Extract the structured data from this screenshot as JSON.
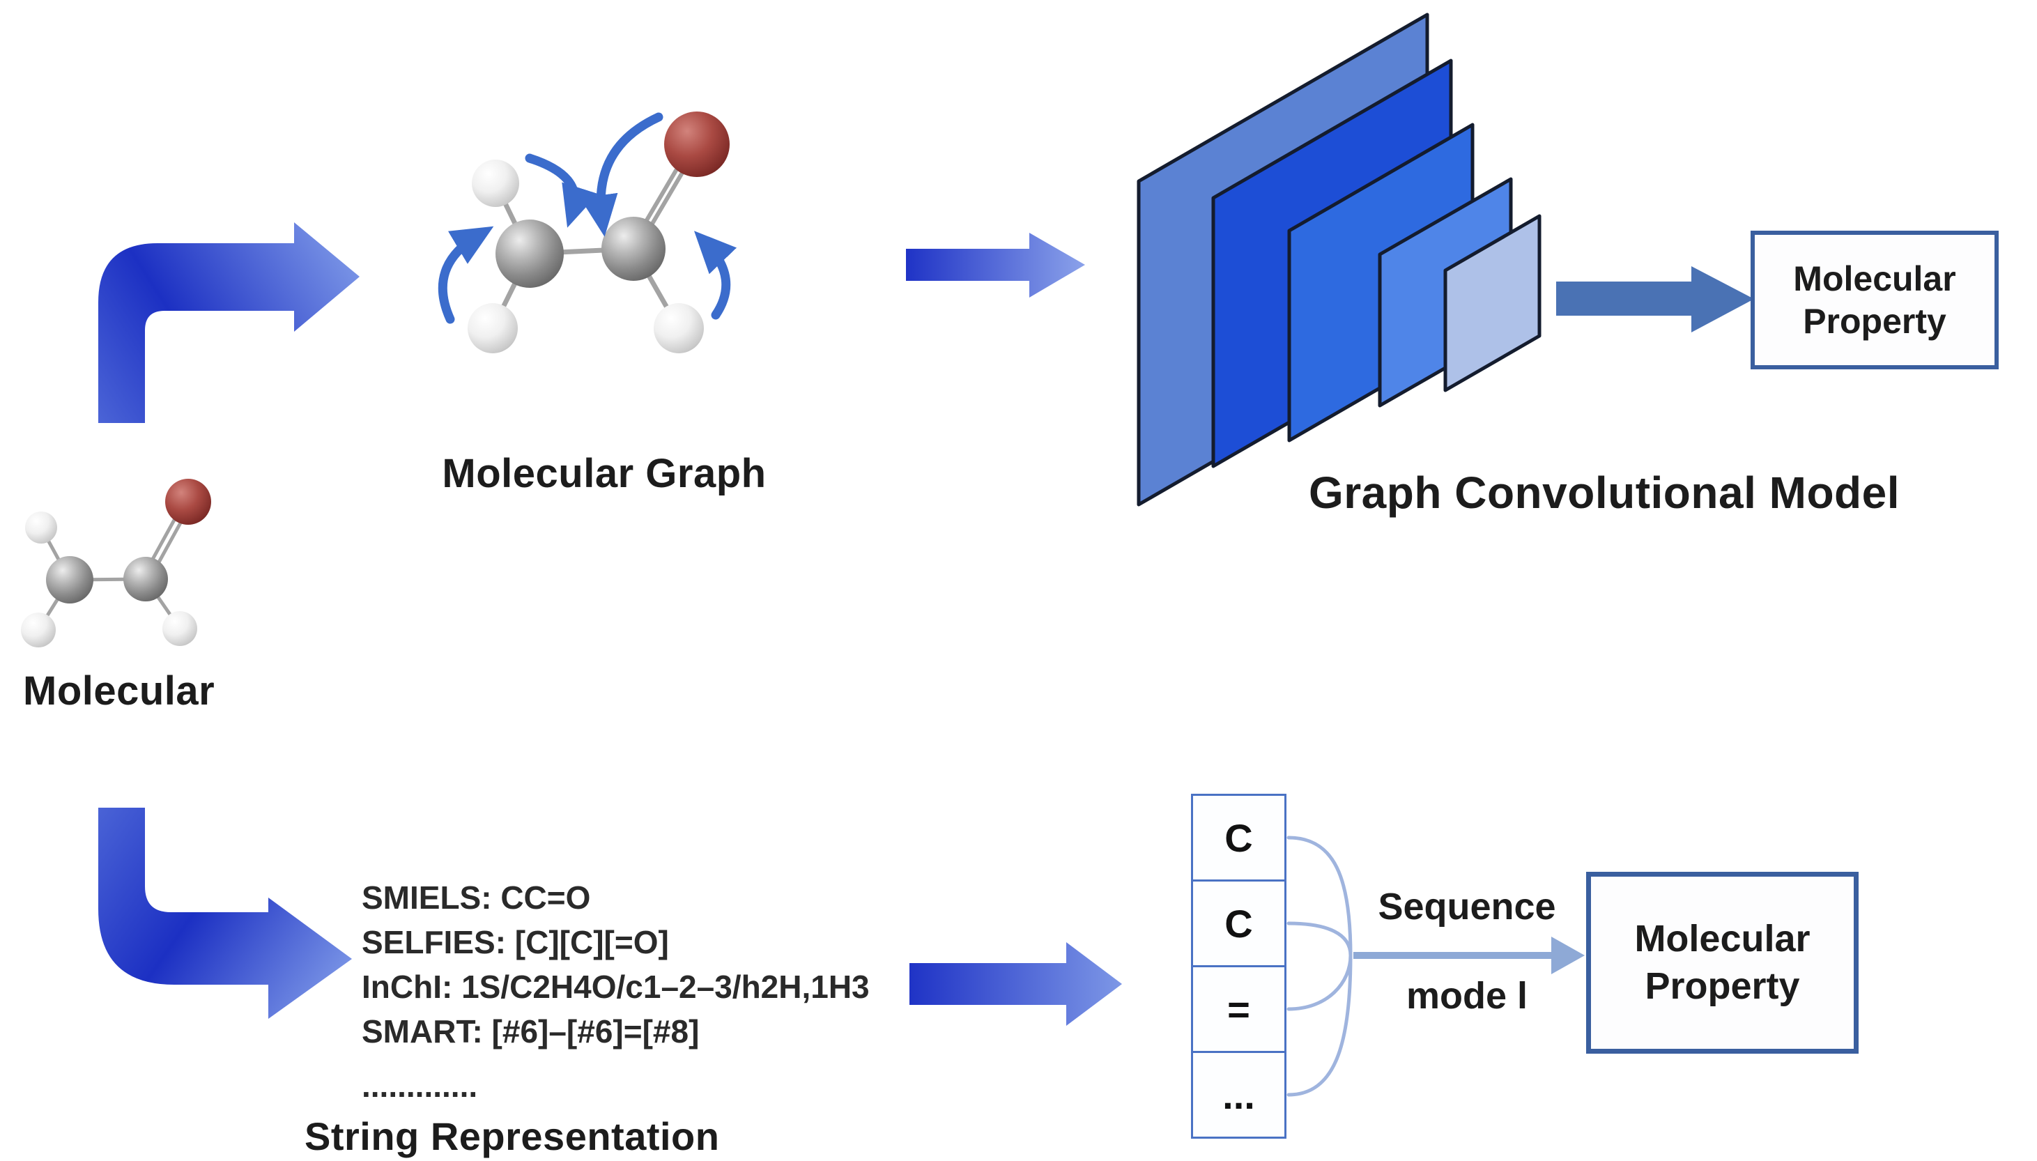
{
  "figure": {
    "molecule_label": "Molecular",
    "molecular_graph_label": "Molecular Graph",
    "gcn_label": "Graph Convolutional Model",
    "string_representation_label": "String Representation",
    "sequence_model_label_line1": "Sequence",
    "sequence_model_label_line2": "mode l",
    "property_box_top": {
      "line1": "Molecular",
      "line2": "Property"
    },
    "property_box_bottom": {
      "line1": "Molecular",
      "line2": "Property"
    }
  },
  "string_lines": [
    "SMIELS: CC=O",
    "SELFIES: [C][C][=O]",
    "InChI: 1S/C2H4O/c1–2–3/h2H,1H3",
    "SMART: [#6]–[#6]=[#8]",
    "............."
  ],
  "tokens": [
    "C",
    "C",
    "=",
    "..."
  ],
  "colors": {
    "elbow_arrow_dark": "#1c30c3",
    "elbow_arrow_light": "#7f9ae8",
    "elbow_arrow_mid": "#4a63d6",
    "steel_arrow": "#4a72b4",
    "curved_arrow": "#3b6ccc",
    "brace": "#9fb4de",
    "thin_arrow": "#8ea9d6",
    "property_box_border": "#3a5f9f",
    "token_cell_border": "#4a72c4",
    "sheet_outline": "#141c2e",
    "gcn_sheets": [
      "#5b82d3",
      "#1d4ed6",
      "#2e6ae0",
      "#4f85e8",
      "#aec1e8"
    ],
    "carbon_atom": "#8a8a8a",
    "hydrogen_atom": "#e8e8e8",
    "oxygen_atom": "#7e2b27",
    "bond": "#a3a3a3",
    "text": "#1c1c1c"
  }
}
